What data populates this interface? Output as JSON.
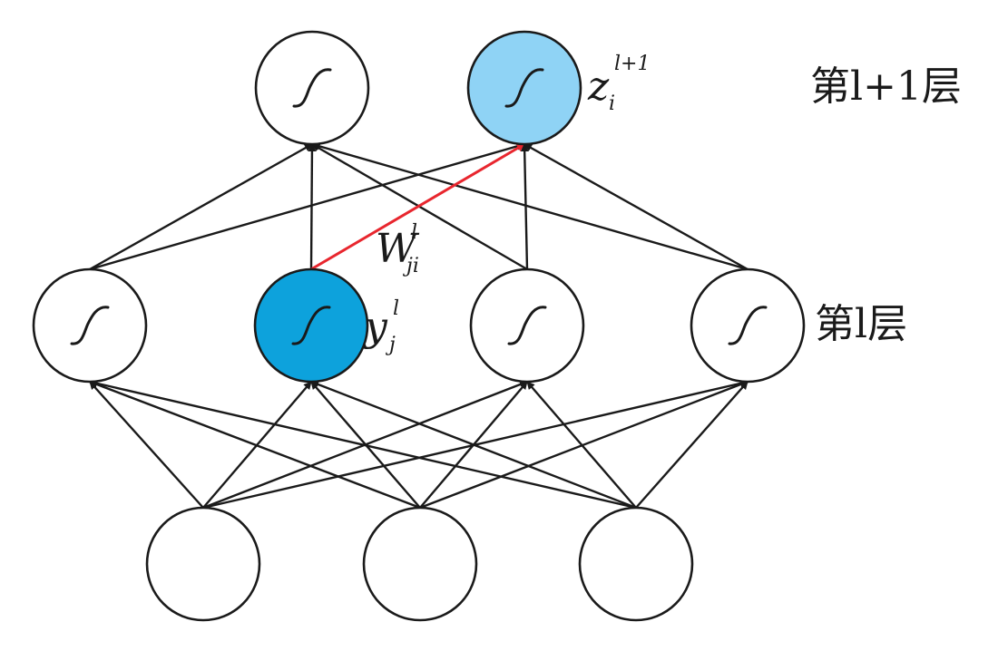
{
  "diagram": {
    "layer_labels": {
      "upper": "第l+1层",
      "middle": "第l层"
    },
    "symbols": {
      "z": {
        "base": "z",
        "sub": "i",
        "sup": "l+1"
      },
      "y": {
        "base": "y",
        "sub": "j",
        "sup": "l"
      },
      "w": {
        "base": "W",
        "sub": "ji",
        "sup": "l"
      }
    },
    "layers": {
      "top": [
        {
          "id": "t1",
          "activation": "sigmoid",
          "highlight": false
        },
        {
          "id": "t2",
          "activation": "sigmoid",
          "highlight": true
        }
      ],
      "middle": [
        {
          "id": "m1",
          "activation": "sigmoid",
          "highlight": false
        },
        {
          "id": "m2",
          "activation": "sigmoid",
          "highlight": true
        },
        {
          "id": "m3",
          "activation": "sigmoid",
          "highlight": false
        },
        {
          "id": "m4",
          "activation": "sigmoid",
          "highlight": false
        }
      ],
      "bottom": [
        {
          "id": "b1",
          "activation": "none",
          "highlight": false
        },
        {
          "id": "b2",
          "activation": "none",
          "highlight": false
        },
        {
          "id": "b3",
          "activation": "none",
          "highlight": false
        }
      ]
    },
    "edges": [
      {
        "from": "m1",
        "to": "t1"
      },
      {
        "from": "m2",
        "to": "t1"
      },
      {
        "from": "m3",
        "to": "t1"
      },
      {
        "from": "m4",
        "to": "t1"
      },
      {
        "from": "m1",
        "to": "t2"
      },
      {
        "from": "m2",
        "to": "t2",
        "highlight": true
      },
      {
        "from": "m3",
        "to": "t2"
      },
      {
        "from": "m4",
        "to": "t2"
      },
      {
        "from": "b1",
        "to": "m1"
      },
      {
        "from": "b1",
        "to": "m2"
      },
      {
        "from": "b1",
        "to": "m3"
      },
      {
        "from": "b1",
        "to": "m4"
      },
      {
        "from": "b2",
        "to": "m1"
      },
      {
        "from": "b2",
        "to": "m2"
      },
      {
        "from": "b2",
        "to": "m3"
      },
      {
        "from": "b2",
        "to": "m4"
      },
      {
        "from": "b3",
        "to": "m1"
      },
      {
        "from": "b3",
        "to": "m2"
      },
      {
        "from": "b3",
        "to": "m3"
      },
      {
        "from": "b3",
        "to": "m4"
      }
    ],
    "colors": {
      "edge": "#1a1a1a",
      "edge_highlight": "#e8262e",
      "node_fill": "#ffffff",
      "node_stroke": "#1a1a1a",
      "fill_zi": "#8fd3f5",
      "fill_yj": "#0da2dc"
    }
  }
}
